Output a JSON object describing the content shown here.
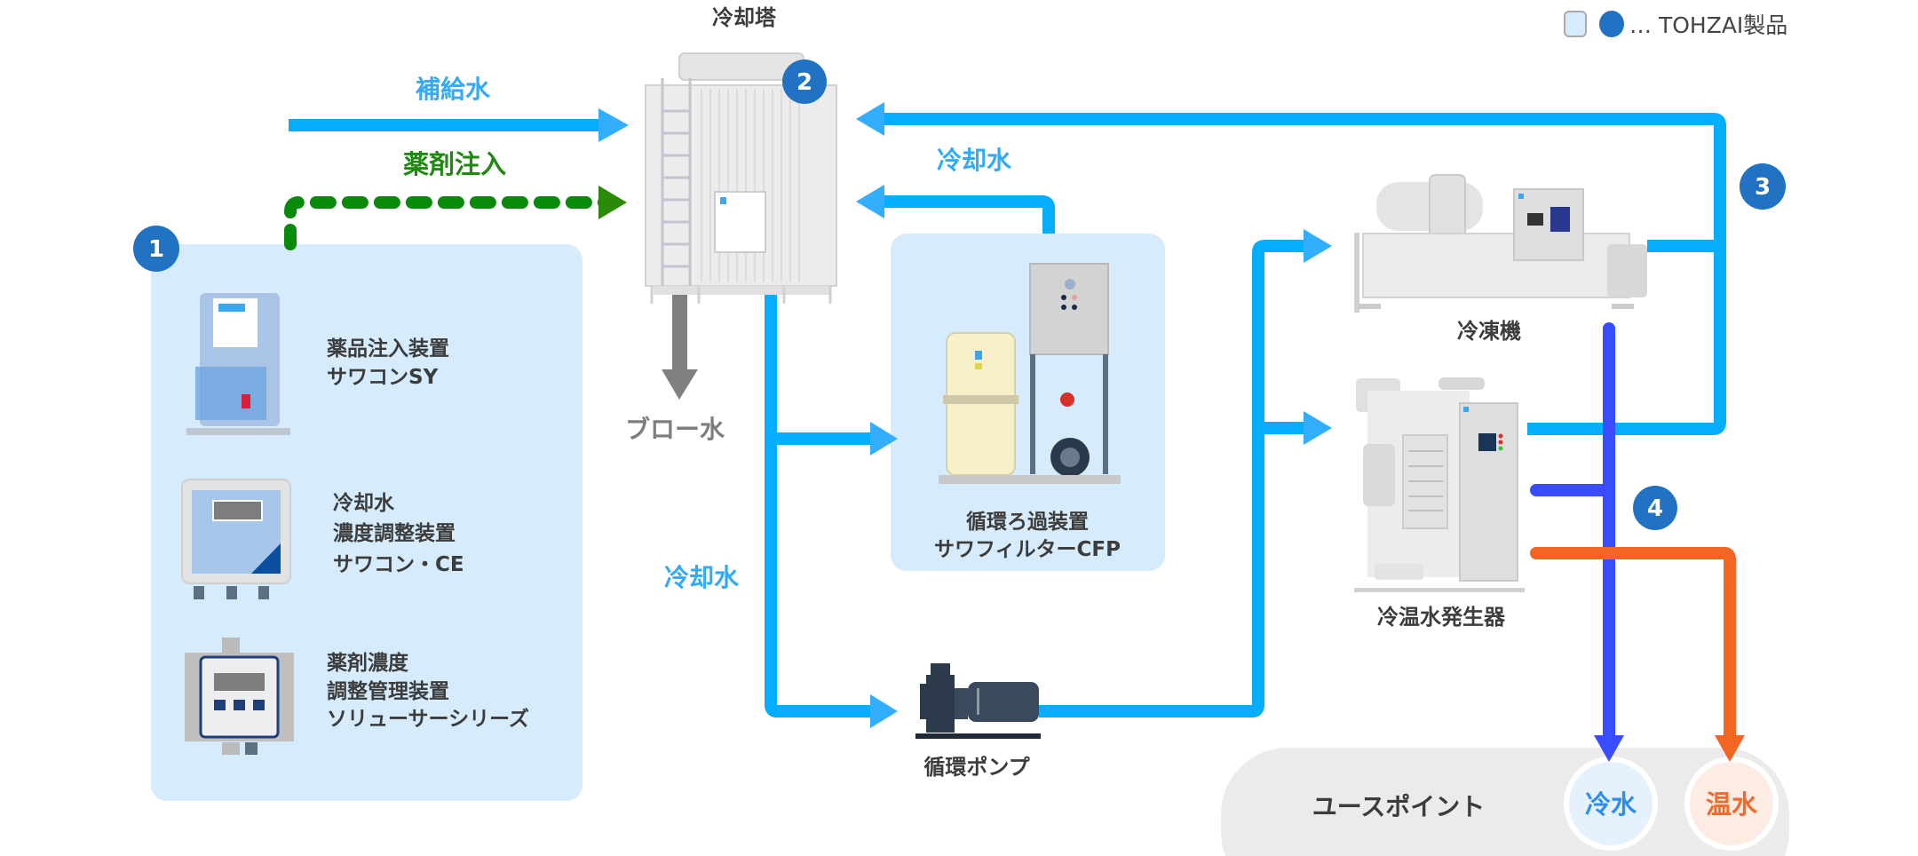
{
  "legend": {
    "text": "… TOHZAI製品",
    "box_color": "#d6ecfd",
    "dot_color": "#2272c3"
  },
  "colors": {
    "cooling_water": "#05aefc",
    "chemical": "#168a06",
    "blow": "#808080",
    "cold_water": "#3a4cff",
    "hot_water": "#f26522",
    "badge": "#2272c3",
    "panel": "#d6ecfd",
    "use_point_bg": "#ebebeb"
  },
  "flows": {
    "makeup_water": "補給水",
    "chemical_injection": "薬剤注入",
    "blow_water": "ブロー水",
    "cooling_water_top": "冷却水",
    "cooling_water_left": "冷却水"
  },
  "equipment": {
    "cooling_tower": {
      "label": "冷却塔",
      "badge": "2"
    },
    "filter": {
      "lines": [
        "循環ろ過装置",
        "サワフィルターCFP"
      ]
    },
    "pump": {
      "label": "循環ポンプ"
    },
    "chiller": {
      "label": "冷凍機"
    },
    "absorption": {
      "label": "冷温水発生器"
    }
  },
  "chemical_panel": {
    "badge": "1",
    "devices": [
      {
        "lines": [
          "薬品注入装置",
          "サワコンSY"
        ]
      },
      {
        "lines": [
          "冷却水",
          "濃度調整装置",
          "サワコン・CE"
        ]
      },
      {
        "lines": [
          "薬剤濃度",
          "調整管理装置",
          "ソリューサーシリーズ"
        ]
      }
    ]
  },
  "badges": {
    "chiller_loop": "3",
    "use_loop": "4"
  },
  "use_point": {
    "label": "ユースポイント",
    "cold": "冷水",
    "hot": "温水"
  }
}
